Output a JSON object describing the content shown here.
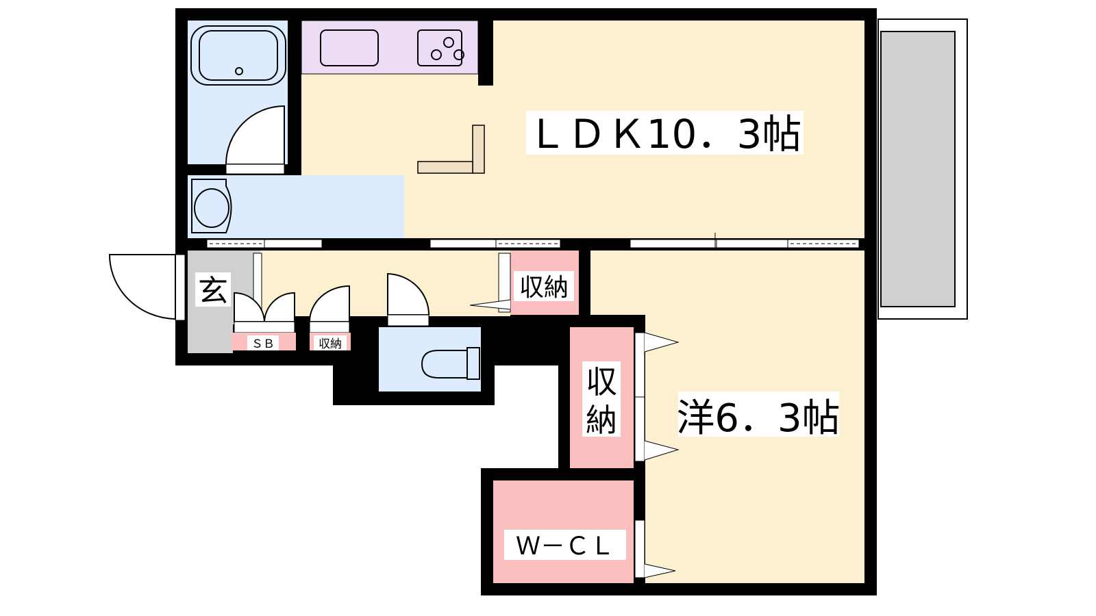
{
  "rooms": {
    "ldk": "ＬＤＫ10．3帖",
    "western": "洋6．3帖",
    "entrance": "玄",
    "shoe_box": "ＳＢ",
    "hall_storage": "収納",
    "small_storage": "収納",
    "closet_storage_line1": "収",
    "closet_storage_line2": "納",
    "walk_in_closet": "Ｗ－ＣＬ"
  },
  "colors": {
    "wall": "#000000",
    "floor": "#fdf0d0",
    "wet_area": "#dcebfd",
    "kitchen": "#ecdcf5",
    "storage": "#fbbfbf",
    "entrance": "#d0d0d0",
    "balcony": "#d0d0d0"
  }
}
